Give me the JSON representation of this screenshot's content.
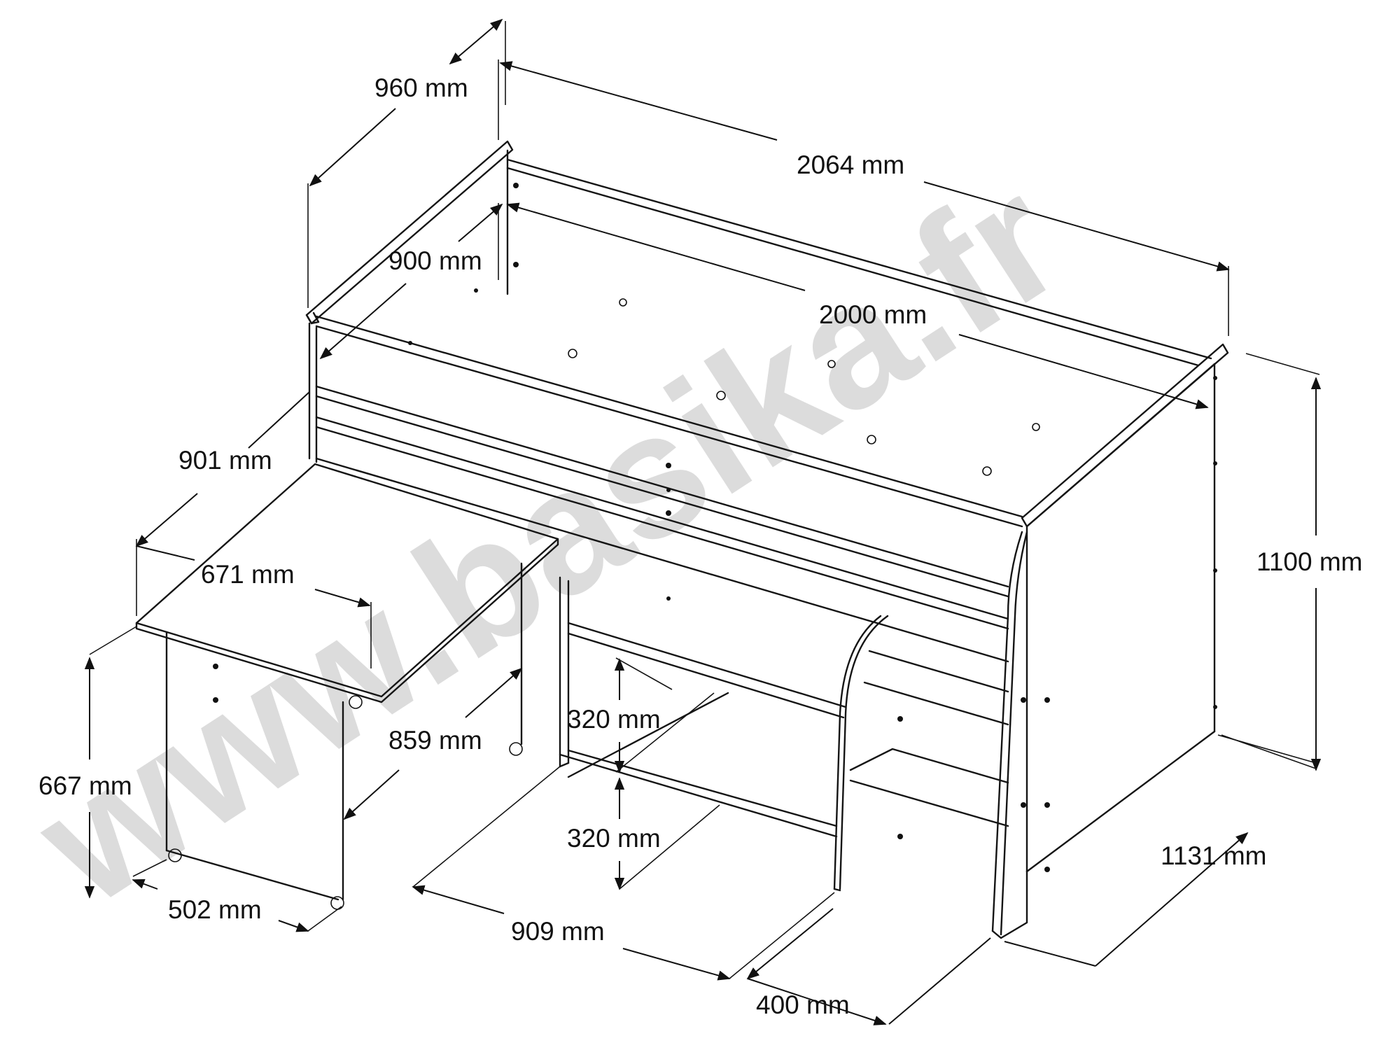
{
  "watermark": "www.basika.fr",
  "dimensions": {
    "depth_outer": "960 mm",
    "length_outer": "2064 mm",
    "depth_inner": "900 mm",
    "length_inner": "2000 mm",
    "height_total": "1100 mm",
    "desk_pull_out": "901 mm",
    "desk_top_depth": "671 mm",
    "desk_length": "859 mm",
    "desk_height": "667 mm",
    "desk_width": "502 mm",
    "shelf_gap_upper": "320 mm",
    "shelf_gap_lower": "320 mm",
    "opening_width": "909 mm",
    "step_depth": "400 mm",
    "base_depth": "1131 mm"
  },
  "colors": {
    "line": "#151515",
    "watermark": "#dcdcdc",
    "background": "#ffffff"
  }
}
